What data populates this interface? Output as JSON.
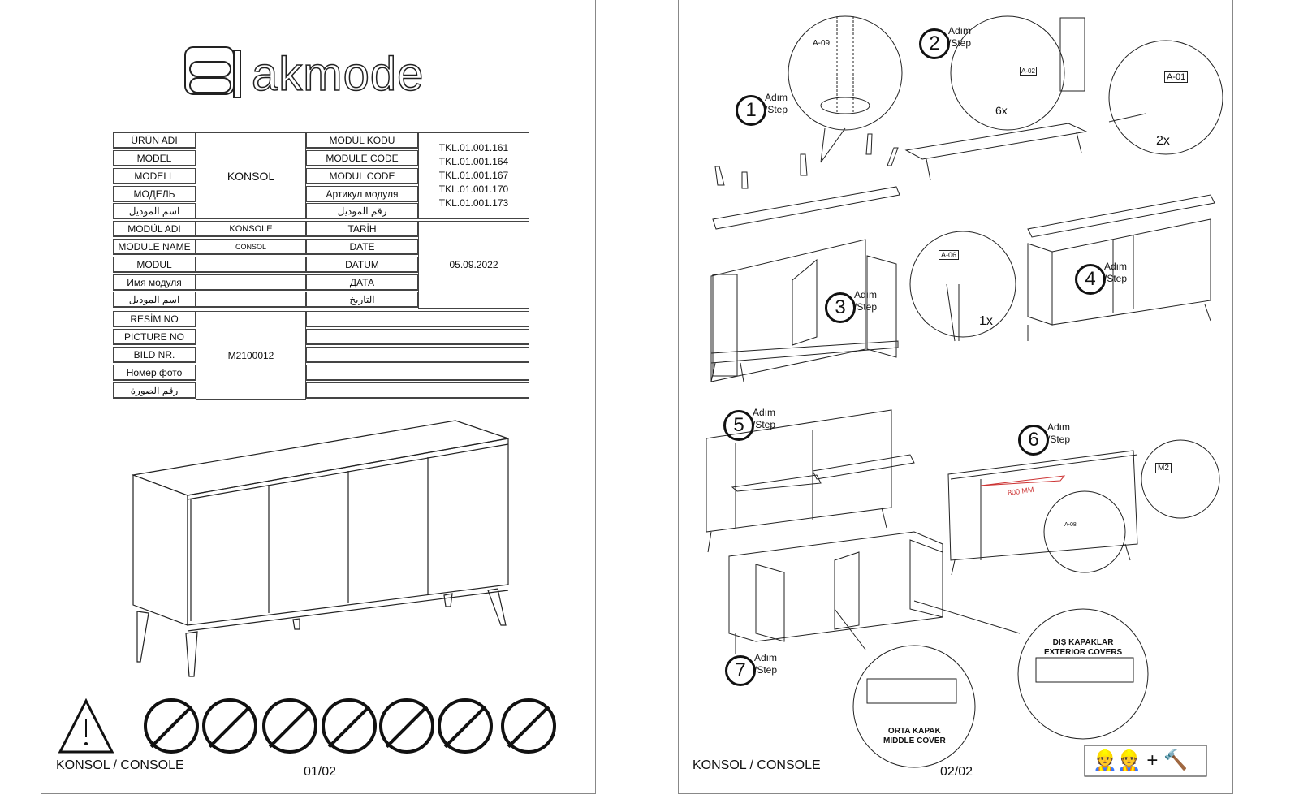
{
  "page1": {
    "brand": "akmode",
    "table": {
      "product_labels": [
        "ÜRÜN ADI",
        "MODEL",
        "MODELL",
        "МОДЕЛЬ",
        "اسم الموديل"
      ],
      "product_value": "KONSOL",
      "code_labels": [
        "MODÜL KODU",
        "MODULE CODE",
        "MODUL CODE",
        "Артикул модуля",
        "رقم الموديل"
      ],
      "codes": [
        "TKL.01.001.161",
        "TKL.01.001.164",
        "TKL.01.001.167",
        "TKL.01.001.170",
        "TKL.01.001.173"
      ],
      "module_labels": [
        "MODÜL ADI",
        "MODULE NAME",
        "MODUL",
        "Имя модуля",
        "اسم الموديل"
      ],
      "module_values": [
        "KONSOLE",
        "CONSOL"
      ],
      "date_labels": [
        "TARİH",
        "DATE",
        "DATUM",
        "ДАТА",
        "التاريخ"
      ],
      "date_value": "05.09.2022",
      "picture_labels": [
        "RESİM NO",
        "PICTURE NO",
        "BILD NR.",
        "Номер фото",
        "رقم الصورة"
      ],
      "picture_value": "M2100012"
    },
    "footer_title": "KONSOL / CONSOLE",
    "page_number": "01/02"
  },
  "page2": {
    "steps": [
      {
        "num": "1",
        "label": "Adım",
        "sub": "/Step"
      },
      {
        "num": "2",
        "label": "Adım",
        "sub": "/Step"
      },
      {
        "num": "3",
        "label": "Adım",
        "sub": "/Step"
      },
      {
        "num": "4",
        "label": "Adım",
        "sub": "/Step"
      },
      {
        "num": "5",
        "label": "Adım",
        "sub": "/Step"
      },
      {
        "num": "6",
        "label": "Adım",
        "sub": "/Step"
      },
      {
        "num": "7",
        "label": "Adım",
        "sub": "/Step"
      }
    ],
    "parts": {
      "a09": "A-09",
      "a02": "A-02",
      "a01": "A-01",
      "a06": "A-06",
      "a08": "A-08",
      "m2": "M2"
    },
    "quantities": {
      "q6": "6x",
      "q2": "2x",
      "q1": "1x"
    },
    "measure": "800 MM",
    "exterior_covers": [
      "DIŞ KAPAKLAR",
      "EXTERIOR COVERS"
    ],
    "middle_cover": [
      "ORTA KAPAK",
      "MIDDLE COVER"
    ],
    "footer_title": "KONSOL / CONSOLE",
    "page_number": "02/02"
  }
}
